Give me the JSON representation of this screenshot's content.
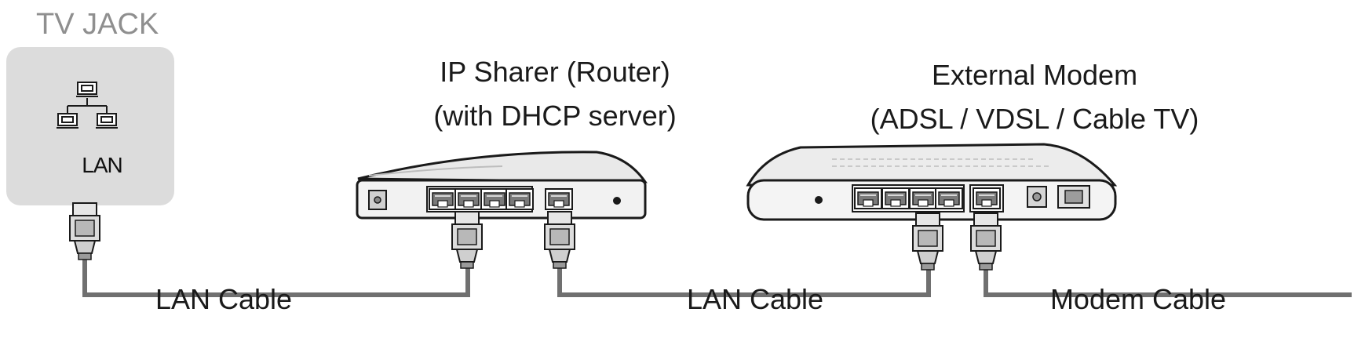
{
  "tv_jack": {
    "title": "TV JACK",
    "port_label": "LAN",
    "icon": "network-icon"
  },
  "router": {
    "title": "IP Sharer (Router)",
    "subtitle": "(with DHCP server)"
  },
  "modem": {
    "title": "External Modem",
    "subtitle": "(ADSL / VDSL / Cable TV)"
  },
  "cables": [
    {
      "label": "LAN Cable"
    },
    {
      "label": "LAN Cable"
    },
    {
      "label": "Modem Cable"
    }
  ],
  "colors": {
    "cable": "#707070",
    "panel": "#dcdcdc",
    "outline": "#1a1a1a",
    "title_gray": "#8f8f8f"
  }
}
